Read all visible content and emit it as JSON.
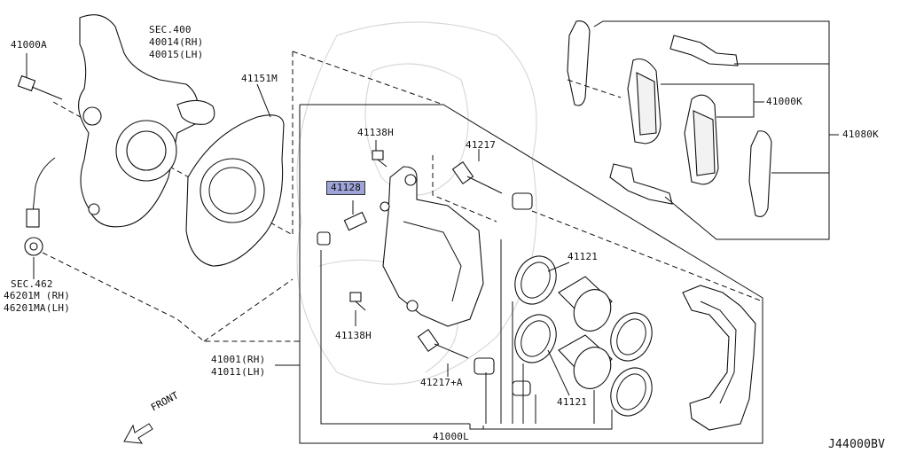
{
  "labels": {
    "p41000A": "41000A",
    "sec400": "SEC.400",
    "p40014": "40014(RH)",
    "p40015": "40015(LH)",
    "p41151M": "41151M",
    "p41138H_top": "41138H",
    "p41217_top": "41217",
    "p41128": "41128",
    "p41000K": "41000K",
    "p41080K": "41080K",
    "p41121_top": "41121",
    "p41121_bot": "41121",
    "sec462": "SEC.462",
    "p46201M": "46201M (RH)",
    "p46201MA": "46201MA(LH)",
    "p41138H_bot": "41138H",
    "p41001": "41001(RH)",
    "p41011": "41011(LH)",
    "p41217A": "41217+A",
    "p41000L": "41000L",
    "front": "FRONT",
    "diagram_code": "J44000BV"
  },
  "colors": {
    "highlight": "#9ea3d8",
    "line": "#111111"
  }
}
